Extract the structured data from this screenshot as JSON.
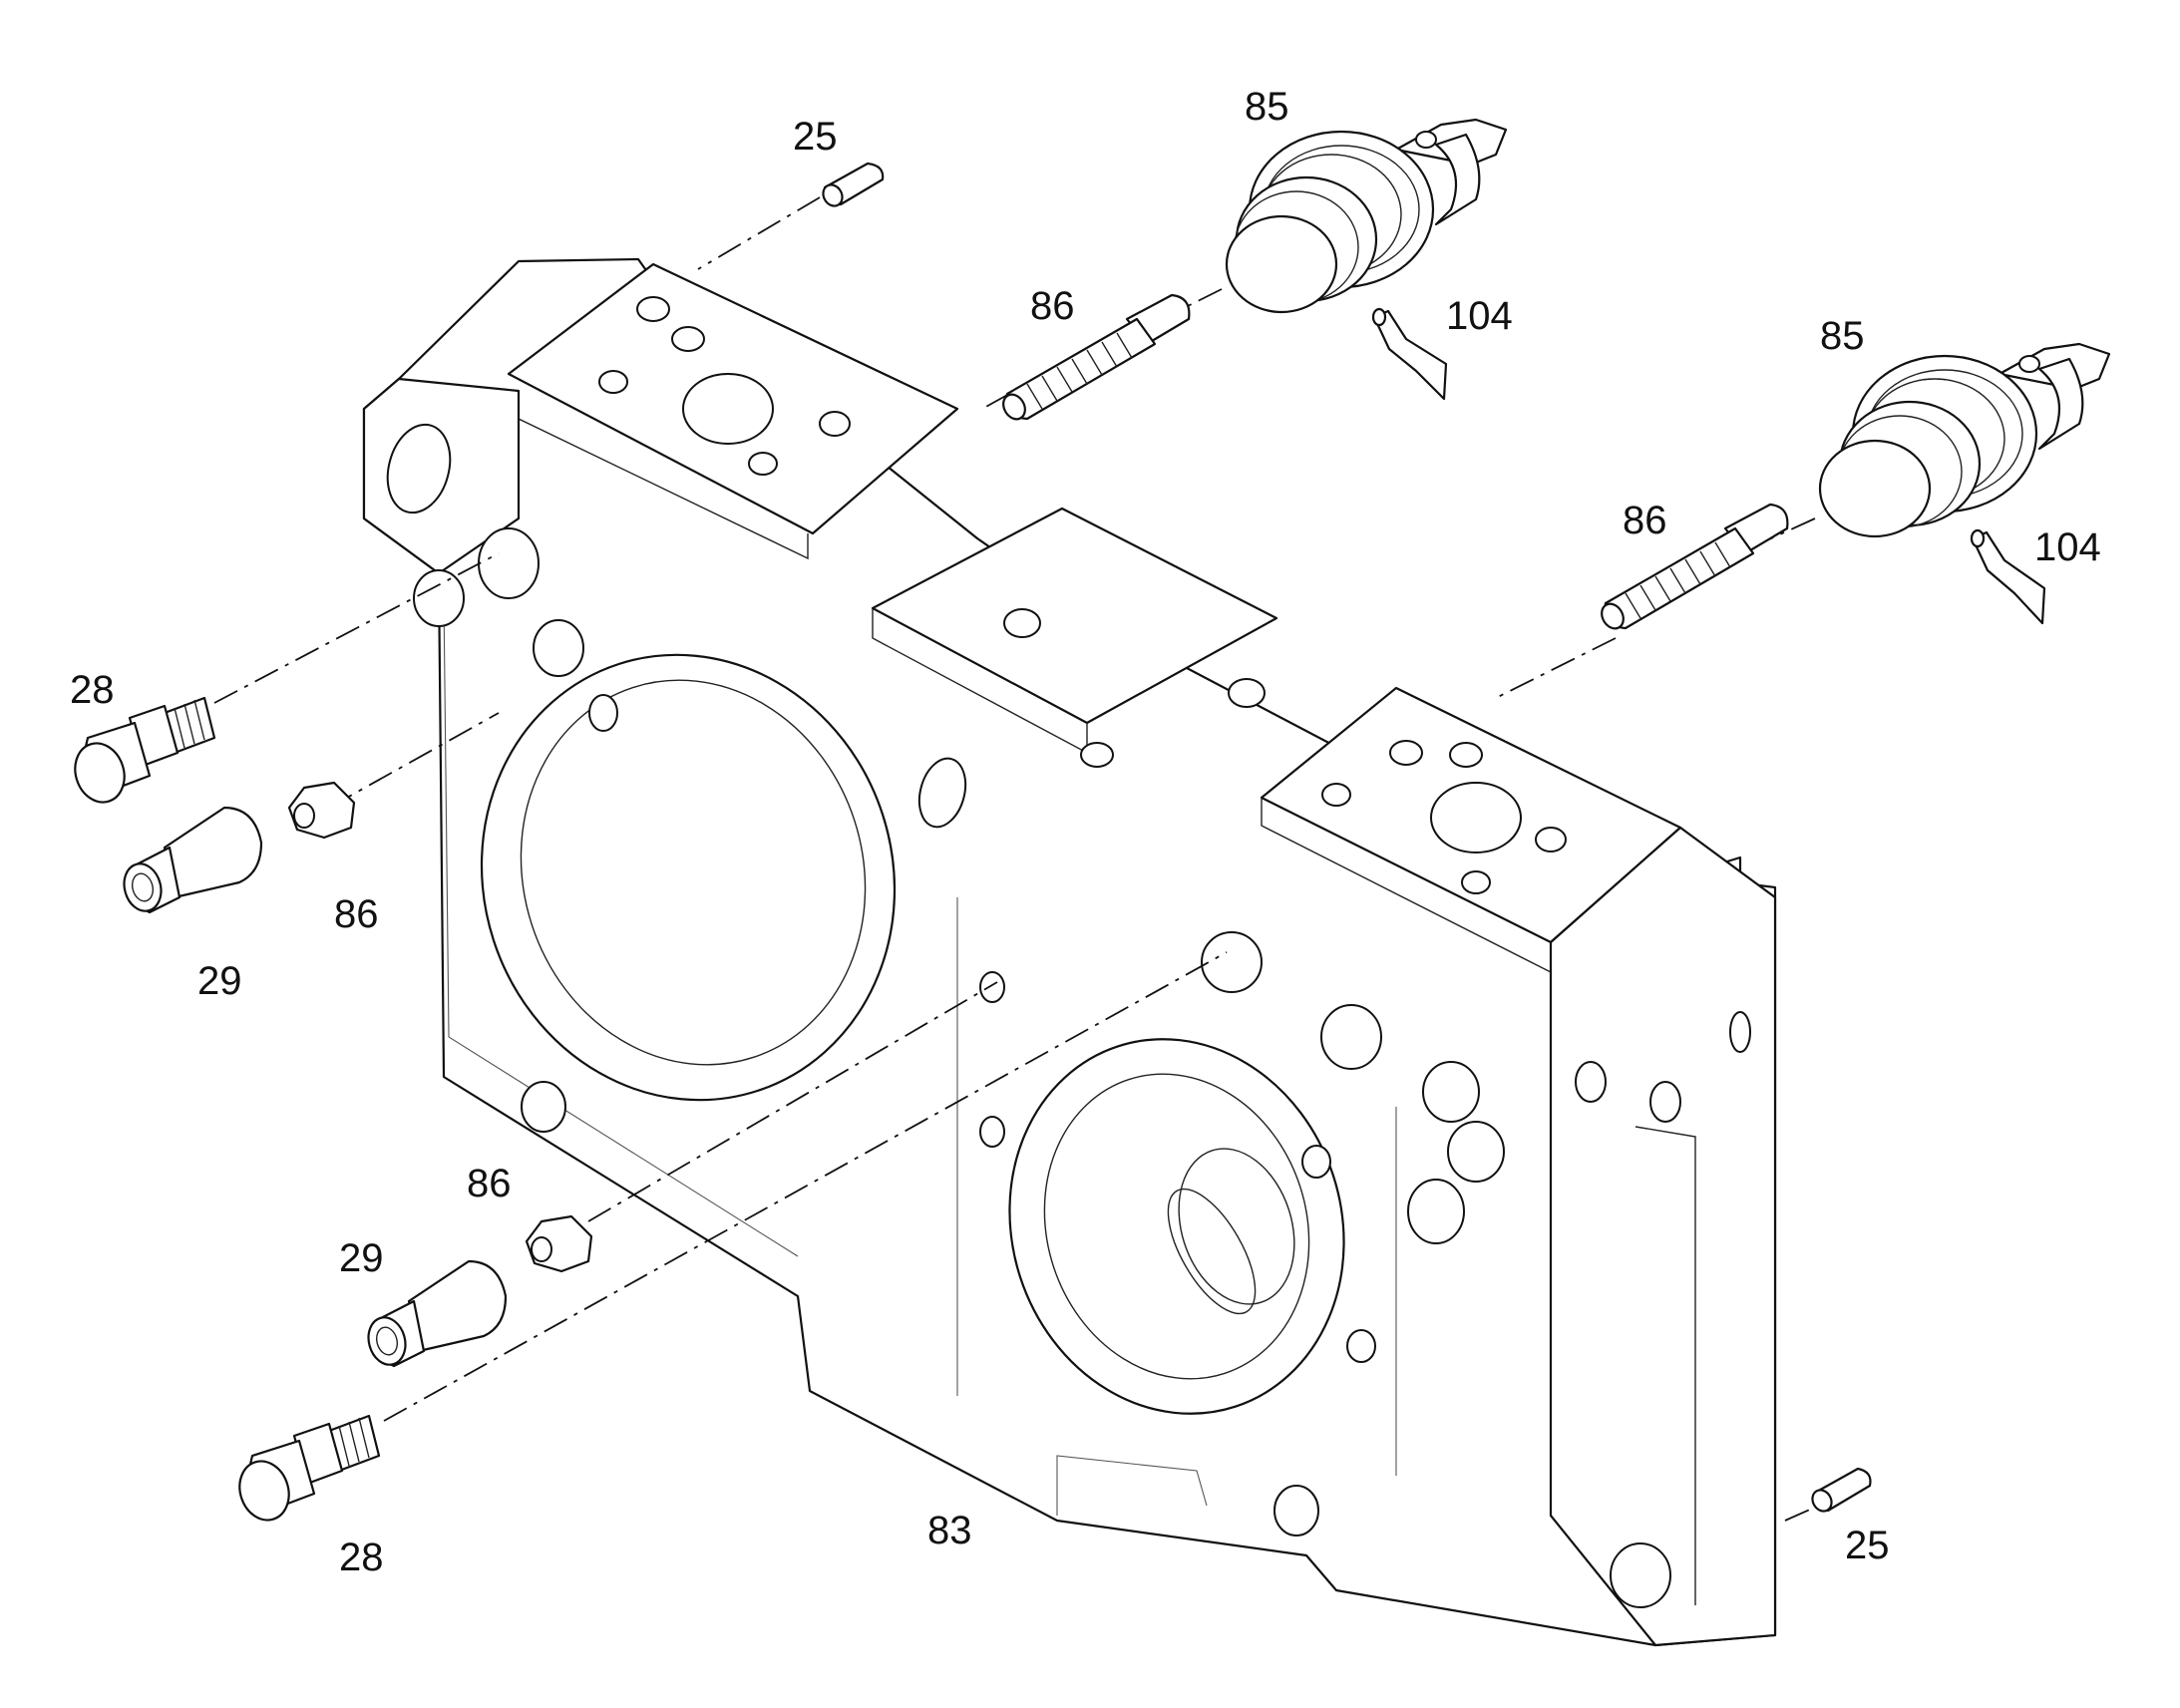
{
  "labels": {
    "pin_top": "25",
    "pin_bottom": "25",
    "plug_top_left": "85",
    "plug_right": "85",
    "spring_top": "86",
    "spring_right": "86",
    "nut_left": "86",
    "nut_bottom": "86",
    "clip_top": "104",
    "clip_right": "104",
    "fitting_left": "28",
    "fitting_bottom": "28",
    "nozzle_left": "29",
    "nozzle_bottom": "29",
    "housing": "83"
  }
}
